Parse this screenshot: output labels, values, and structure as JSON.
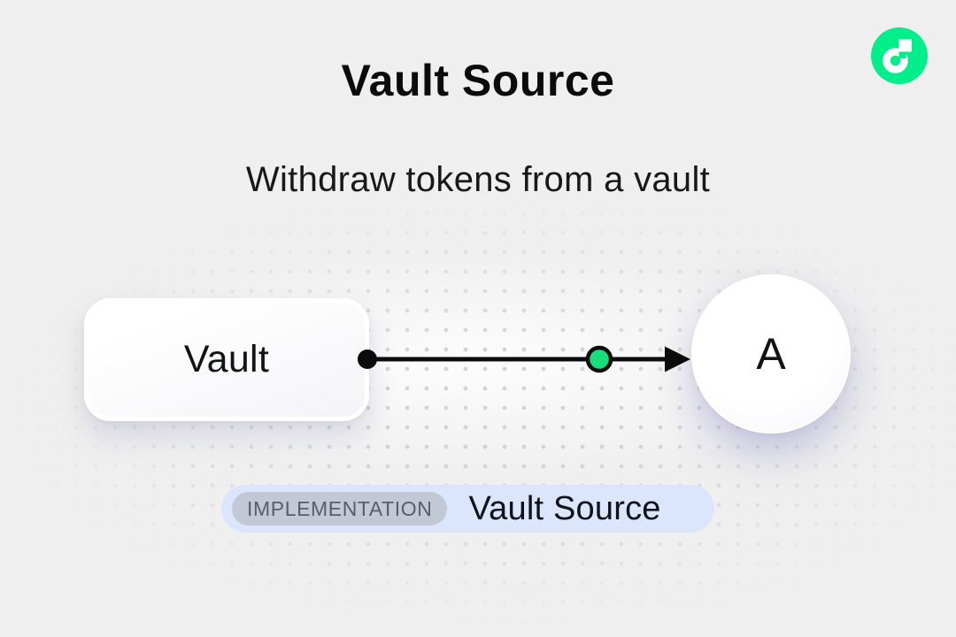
{
  "header": {
    "title": "Vault Source",
    "subtitle": "Withdraw tokens from a vault"
  },
  "brand": {
    "logo_name": "flow-logo",
    "logo_color": "#00EF8B"
  },
  "diagram": {
    "type": "flow-diagram",
    "nodes": [
      {
        "id": "vault",
        "label": "Vault",
        "shape": "rounded-rect"
      },
      {
        "id": "a",
        "label": "A",
        "shape": "circle"
      }
    ],
    "edge": {
      "from": "vault",
      "to": "a",
      "style": "arrow",
      "start_dot_color": "#0b0b0b",
      "marker_dot_color": "#16DF7B"
    }
  },
  "badge": {
    "tag": "IMPLEMENTATION",
    "label": "Vault Source",
    "bg_color": "#dbe6fc",
    "tag_bg_color": "#c2c8d4"
  },
  "colors": {
    "background": "#efefef",
    "dot_grid": "#d0d1d7",
    "text": "#0b0b0c",
    "accent_green": "#16DF7B",
    "flow_green": "#00EF8B"
  }
}
